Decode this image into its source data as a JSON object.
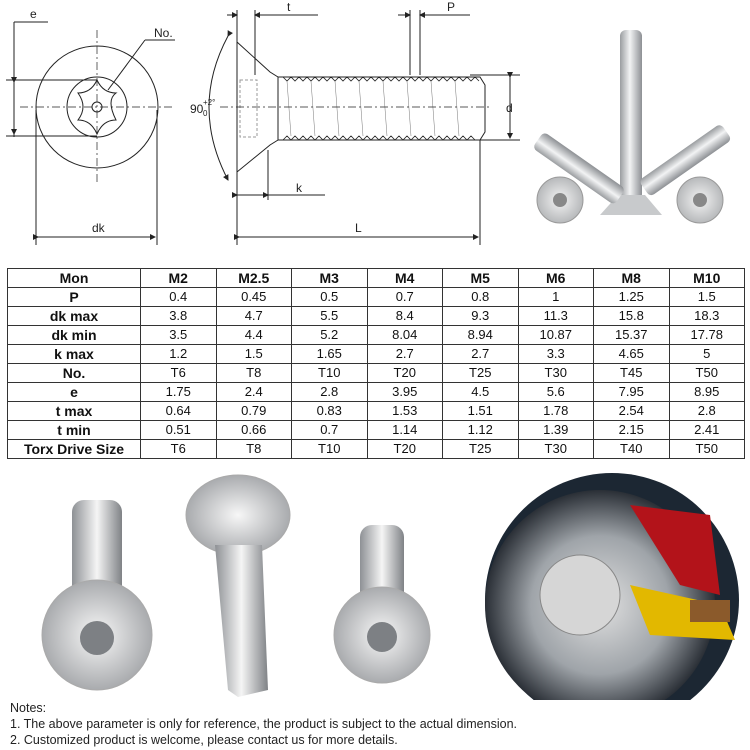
{
  "diagram": {
    "labels": {
      "e": "e",
      "no": "No.",
      "dk": "dk",
      "t": "t",
      "p": "P",
      "angle": "90",
      "angle_tol_plus": "+2°",
      "angle_tol_minus": "0",
      "d": "d",
      "k": "k",
      "l": "L"
    }
  },
  "table": {
    "header": [
      "Mon",
      "M2",
      "M2.5",
      "M3",
      "M4",
      "M5",
      "M6",
      "M8",
      "M10"
    ],
    "rows": [
      [
        "P",
        "0.4",
        "0.45",
        "0.5",
        "0.7",
        "0.8",
        "1",
        "1.25",
        "1.5"
      ],
      [
        "dk max",
        "3.8",
        "4.7",
        "5.5",
        "8.4",
        "9.3",
        "11.3",
        "15.8",
        "18.3"
      ],
      [
        "dk min",
        "3.5",
        "4.4",
        "5.2",
        "8.04",
        "8.94",
        "10.87",
        "15.37",
        "17.78"
      ],
      [
        "k max",
        "1.2",
        "1.5",
        "1.65",
        "2.7",
        "2.7",
        "3.3",
        "4.65",
        "5"
      ],
      [
        "No.",
        "T6",
        "T8",
        "T10",
        "T20",
        "T25",
        "T30",
        "T45",
        "T50"
      ],
      [
        "e",
        "1.75",
        "2.4",
        "2.8",
        "3.95",
        "4.5",
        "5.6",
        "7.95",
        "8.95"
      ],
      [
        "t max",
        "0.64",
        "0.79",
        "0.83",
        "1.53",
        "1.51",
        "1.78",
        "2.54",
        "2.8"
      ],
      [
        "t min",
        "0.51",
        "0.66",
        "0.7",
        "1.14",
        "1.12",
        "1.39",
        "2.15",
        "2.41"
      ],
      [
        "Torx Drive Size",
        "T6",
        "T8",
        "T10",
        "T20",
        "T25",
        "T30",
        "T40",
        "T50"
      ]
    ]
  },
  "notes": {
    "title": "Notes:",
    "items": [
      "1. The above parameter is only for reference, the product is subject to the actual dimension.",
      "2. Customized product is welcome, please contact us for more details."
    ]
  }
}
